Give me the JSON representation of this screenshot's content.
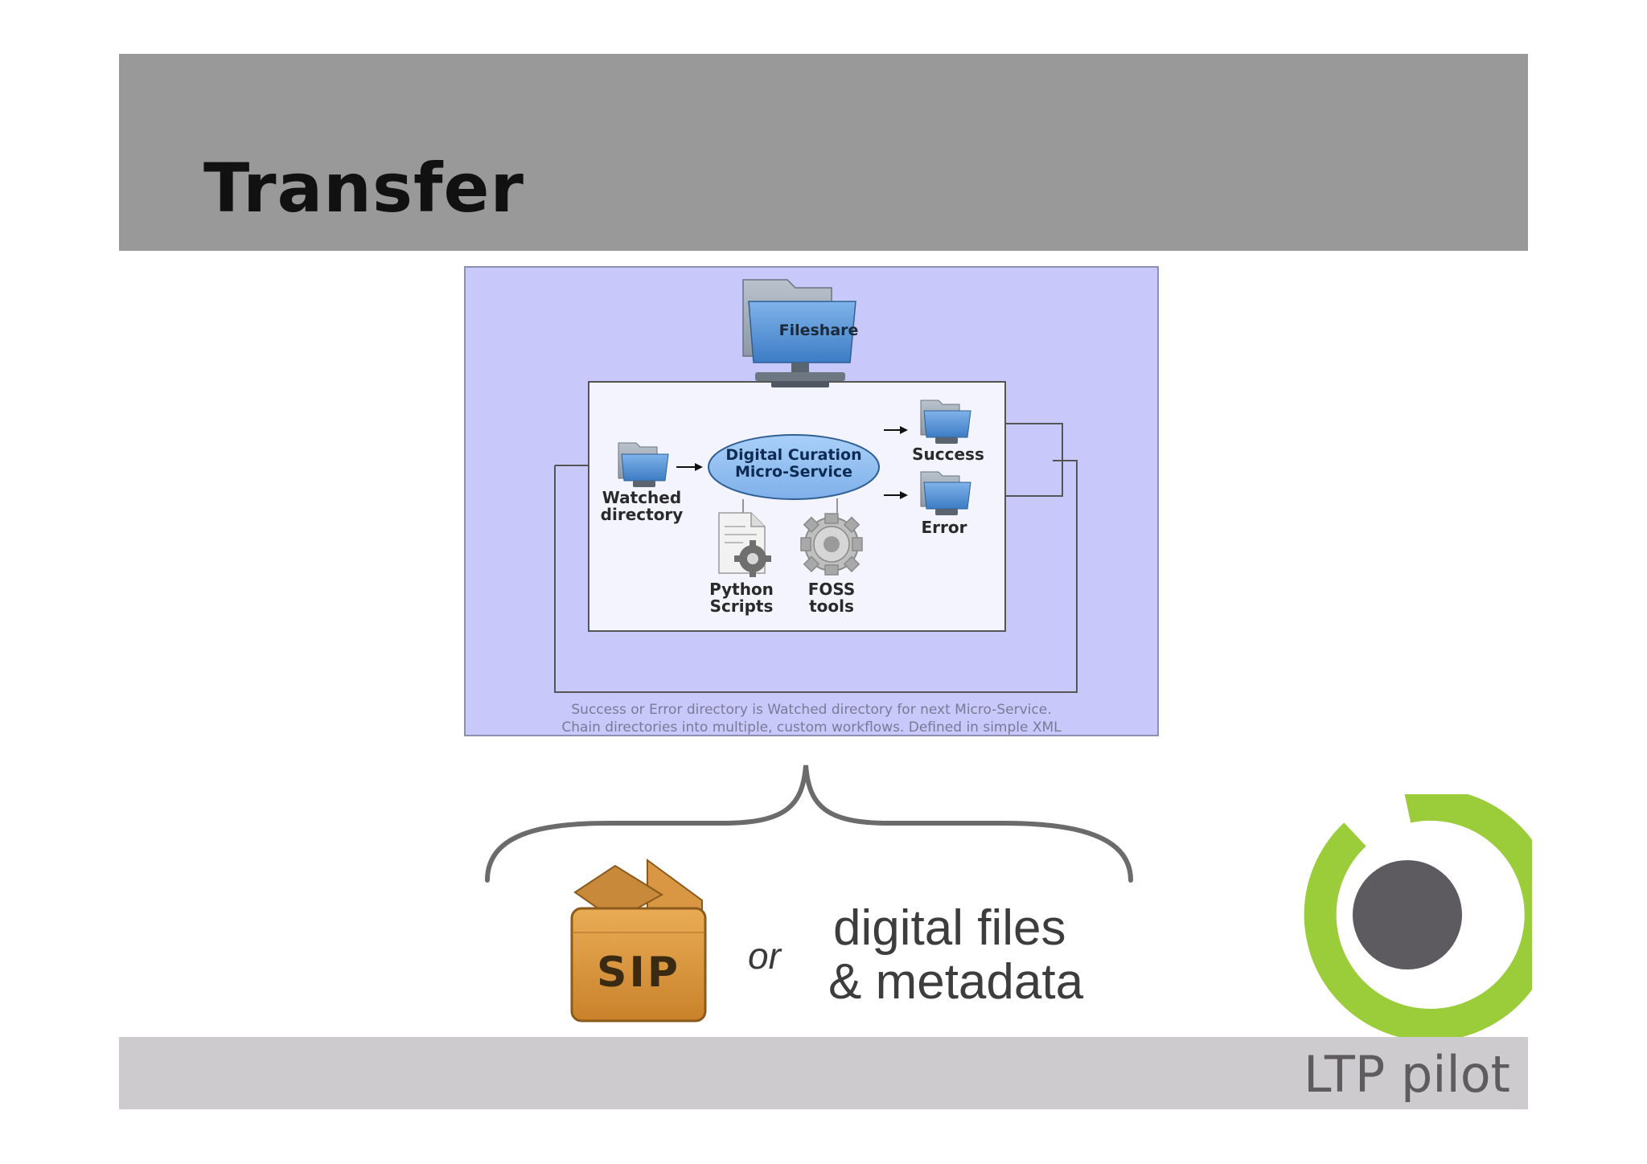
{
  "slide": {
    "title": "Transfer",
    "footer_brand": "LTP pilot"
  },
  "diagram": {
    "fileshare_label": "Fileshare",
    "watched_directory_label": "Watched\ndirectory",
    "microservice_label": "Digital Curation\nMicro-Service",
    "success_label": "Success",
    "error_label": "Error",
    "python_scripts_label": "Python\nScripts",
    "foss_tools_label": "FOSS\ntools",
    "caption_line1": "Success or Error directory is Watched directory for next Micro-Service.",
    "caption_line2": "Chain directories into multiple, custom workflows. Defined in simple XML"
  },
  "inputs": {
    "sip_label": "SIP",
    "or_label": "or",
    "alt_line1": "digital files",
    "alt_line2": "& metadata"
  },
  "colors": {
    "header": "#999999",
    "footer": "#cdcbce",
    "diagram_bg": "#c9c8fb",
    "ellipse": "#8fbcf0",
    "logo_green": "#9bcc3a",
    "logo_gray": "#5e5b60",
    "sip_box": "#d8963a"
  },
  "icons": {
    "fileshare": "folder-network-icon",
    "watched": "folder-network-icon",
    "success": "folder-network-icon",
    "error": "folder-network-icon",
    "python": "document-gear-icon",
    "foss": "gear-icon",
    "sip": "package-box-icon",
    "logo": "ring-dot-logo"
  }
}
